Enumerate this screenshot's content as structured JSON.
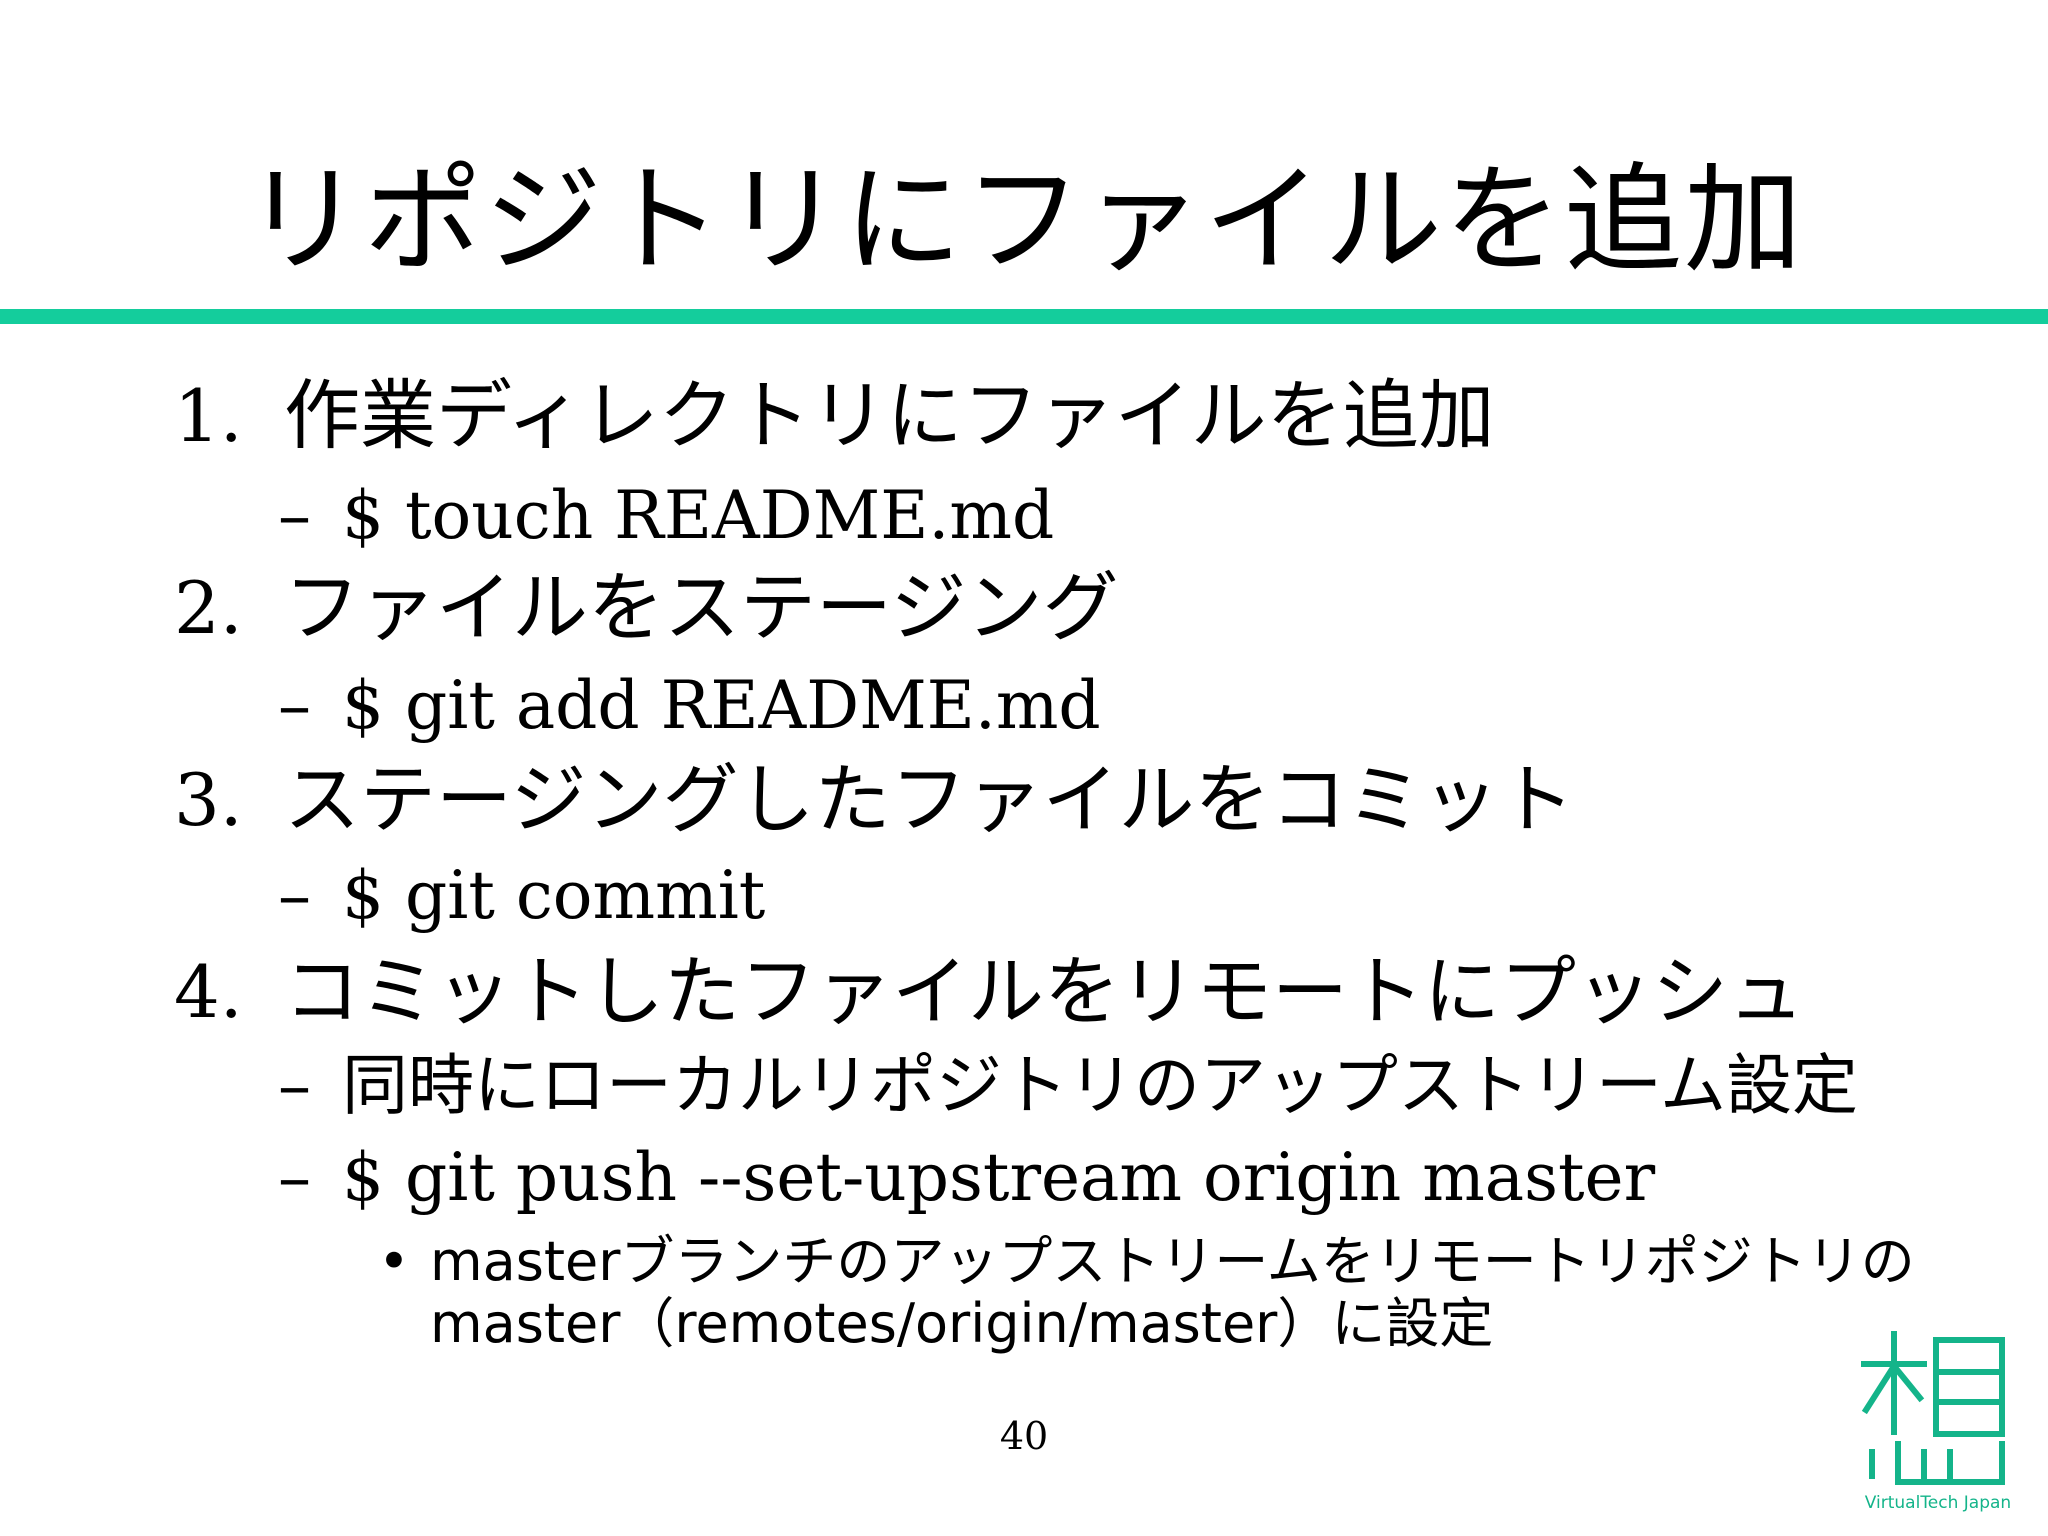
{
  "slide": {
    "title": "リポジトリにファイルを追加",
    "accent_color": "#14cd9c",
    "text_color": "#000000",
    "steps": [
      {
        "number": "1.",
        "label": "作業ディレクトリにファイルを追加",
        "subitems": [
          {
            "dash": "–",
            "text": "$ touch README.md"
          }
        ]
      },
      {
        "number": "2.",
        "label": "ファイルをステージング",
        "subitems": [
          {
            "dash": "–",
            "text": "$ git add README.md"
          }
        ]
      },
      {
        "number": "3.",
        "label": "ステージングしたファイルをコミット",
        "subitems": [
          {
            "dash": "–",
            "text": "$ git commit"
          }
        ]
      },
      {
        "number": "4.",
        "label": "コミットしたファイルをリモートにプッシュ",
        "subitems": [
          {
            "dash": "–",
            "text": "同時にローカルリポジトリのアップストリーム設定"
          },
          {
            "dash": "–",
            "text": "$ git push --set-upstream origin master"
          }
        ],
        "bullet": {
          "symbol": "•",
          "line1": "masterブランチのアップストリームをリモートリポジトリの",
          "line2": "master（remotes/origin/master）に設定"
        }
      }
    ],
    "page_number": "40",
    "logo": {
      "icon": "virtualtech-kanji-logo-icon",
      "text": "VirtualTech Japan",
      "color": "#14b48a"
    }
  }
}
